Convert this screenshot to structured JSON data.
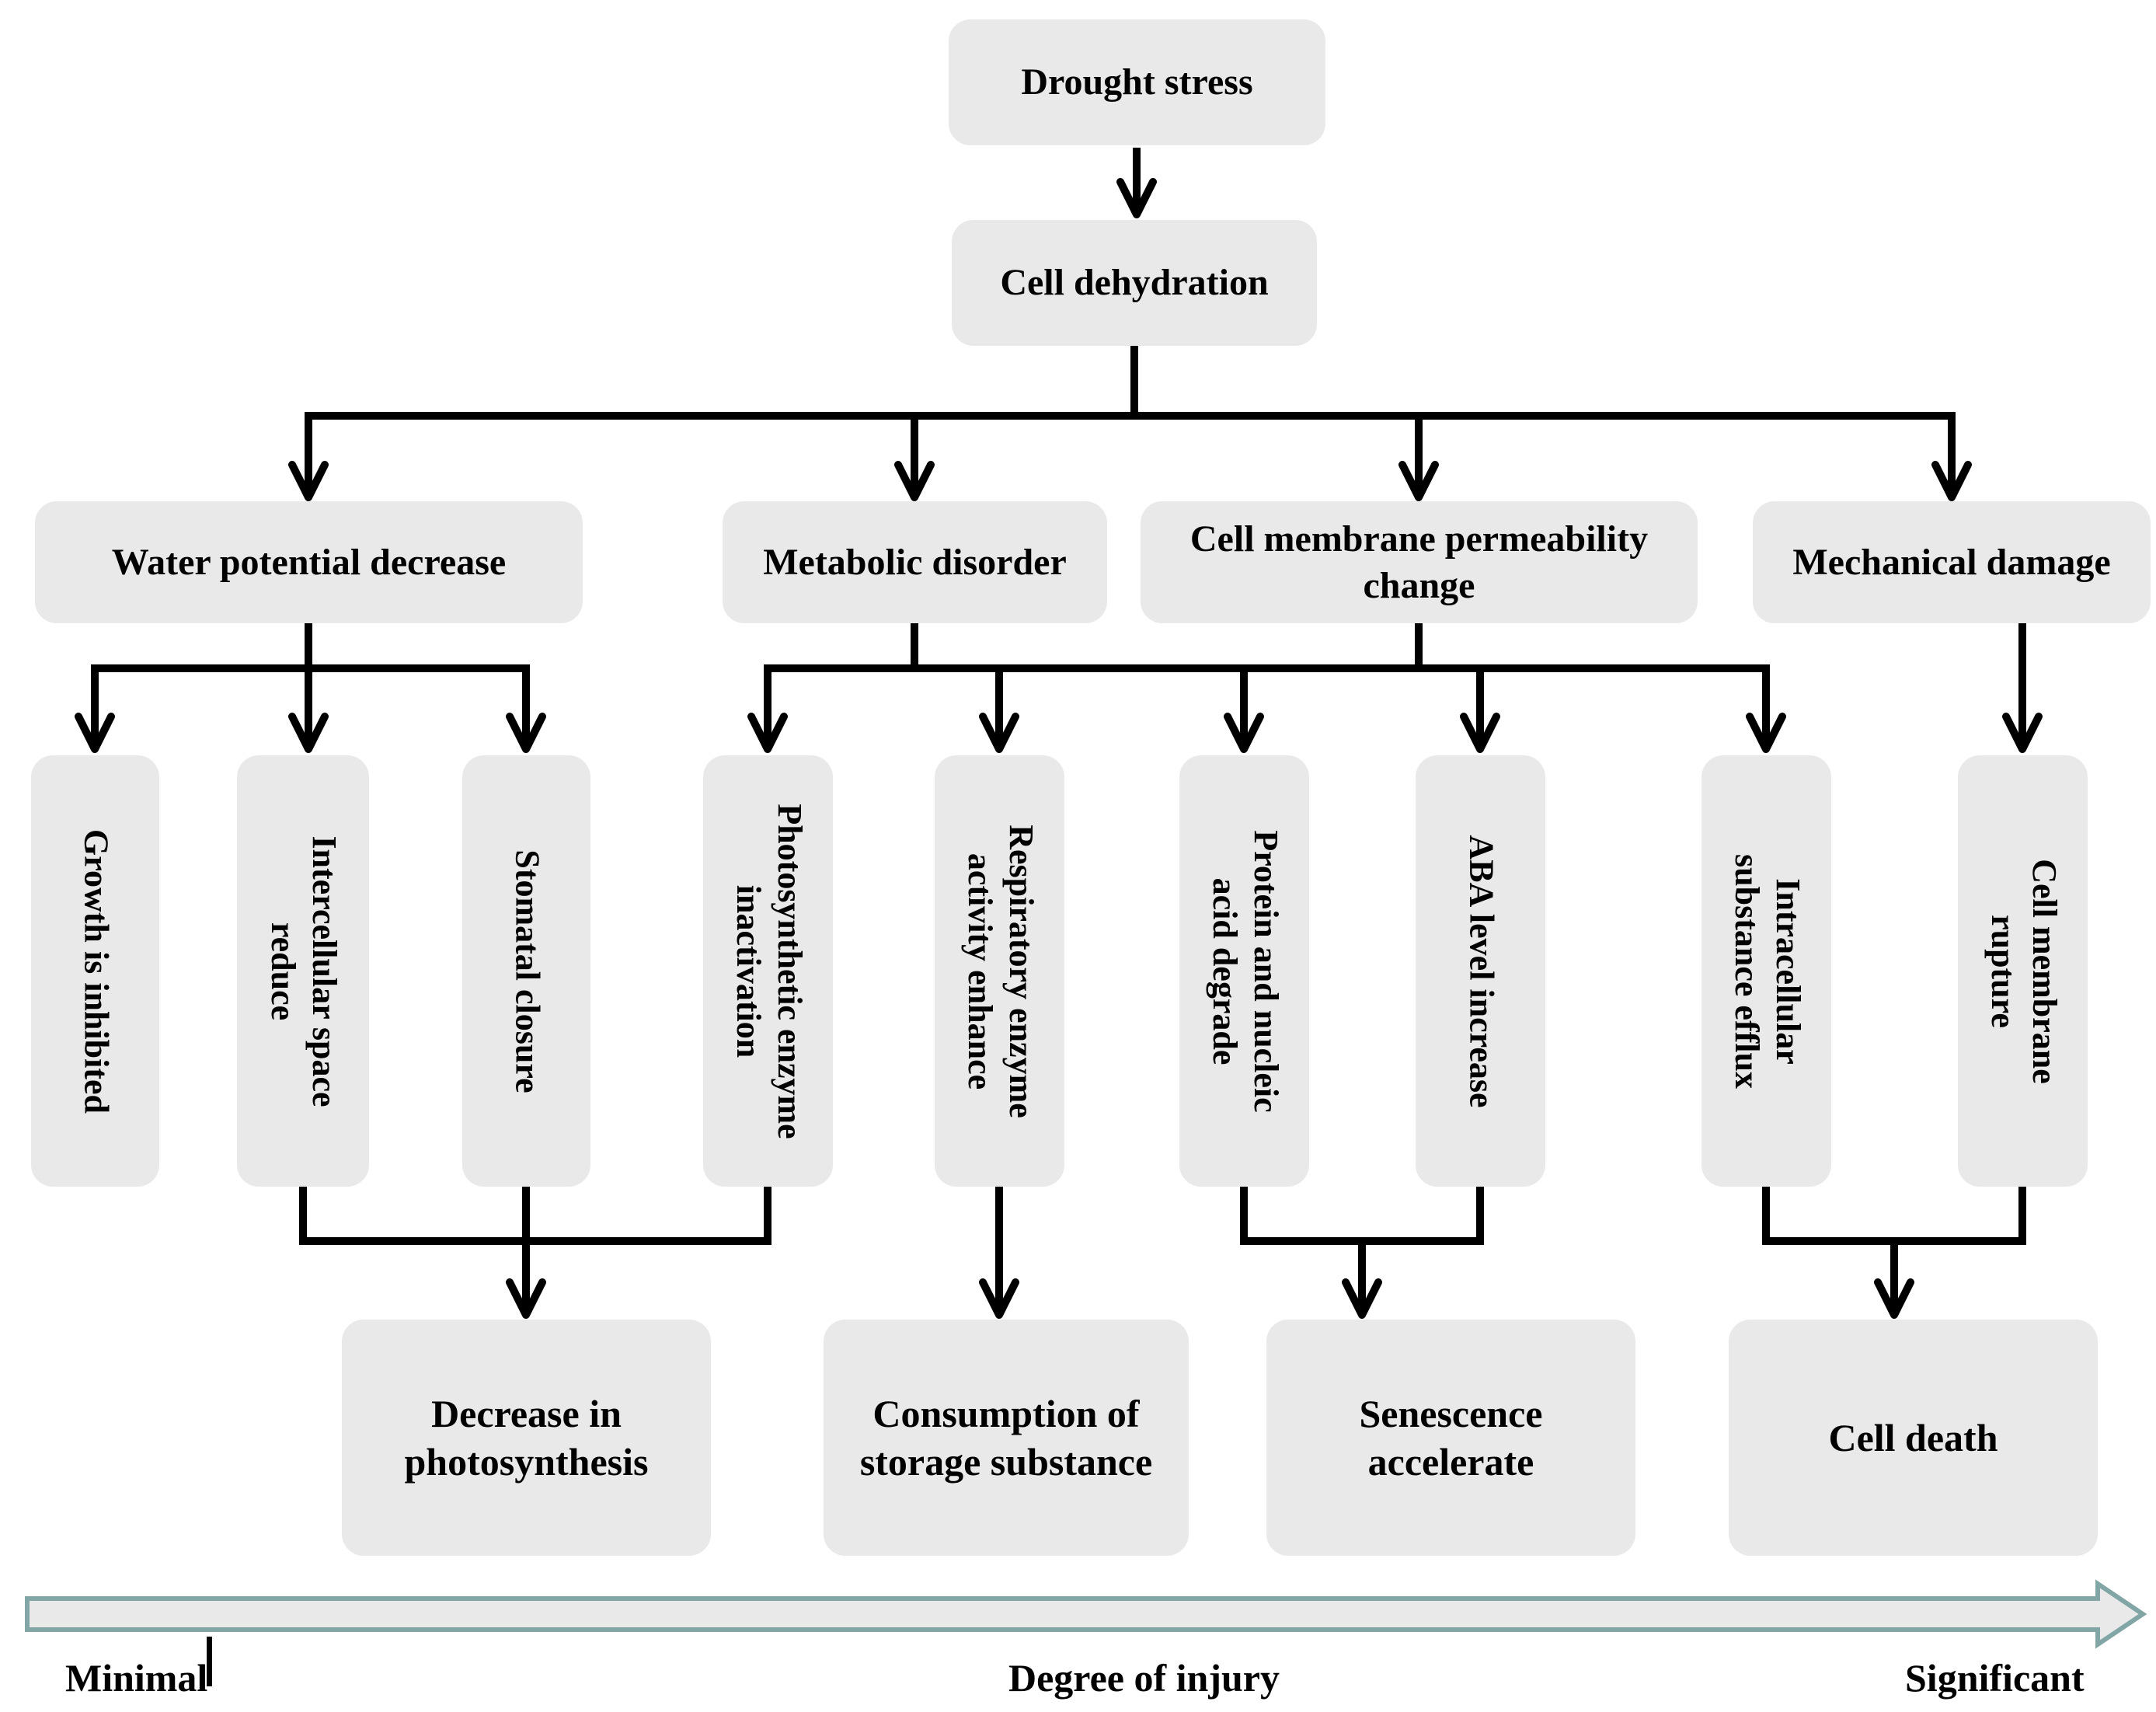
{
  "figure": {
    "root": {
      "label": "Drought stress"
    },
    "level2": {
      "label": "Cell dehydration"
    },
    "branches": [
      {
        "label": "Water potential decrease"
      },
      {
        "label": "Metabolic disorder"
      },
      {
        "label": "Cell membrane permeability\nchange"
      },
      {
        "label": "Mechanical damage"
      }
    ],
    "effects": [
      {
        "label": "Growth is inhibited"
      },
      {
        "label": "Intercellular space\nreduce"
      },
      {
        "label": "Stomatal closure"
      },
      {
        "label": "Photosynthetic enzyme\ninactivation"
      },
      {
        "label": "Respiratory enzyme\nactivity enhance"
      },
      {
        "label": "Protein and nucleic\nacid degrade"
      },
      {
        "label": "ABA level increase"
      },
      {
        "label": "Intracellular\nsubstance efflux"
      },
      {
        "label": "Cell membrane\nrupture"
      }
    ],
    "outcomes": [
      {
        "label": "Decrease in\nphotosynthesis"
      },
      {
        "label": "Consumption of\nstorage substance"
      },
      {
        "label": "Senescence\naccelerate"
      },
      {
        "label": "Cell death"
      }
    ],
    "axis": {
      "left_label": "Minimal",
      "center_label": "Degree of injury",
      "right_label": "Significant"
    },
    "colors": {
      "box_fill": "#e9e9e9",
      "line": "#000000",
      "axis_stroke": "#82a6a6",
      "axis_fill": "#e9e9e9"
    }
  }
}
